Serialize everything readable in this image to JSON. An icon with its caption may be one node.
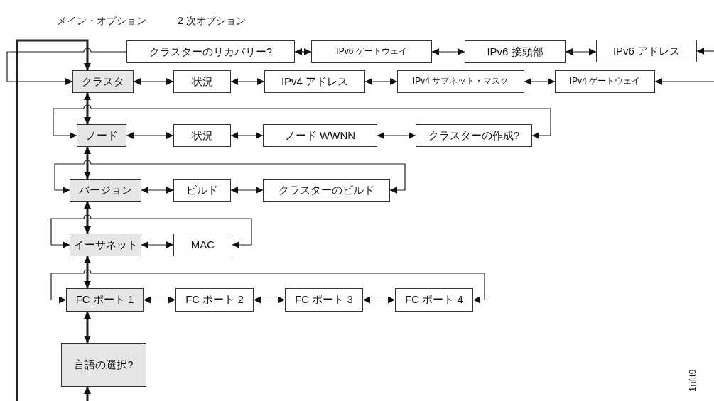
{
  "diagram": {
    "nodes": [
      {
        "text": [
          "クラスターのリカバリー?"
        ]
      },
      {
        "text": [
          "IPv6 ゲートウェイ"
        ]
      },
      {
        "text": [
          "IPv6 接頭部"
        ]
      },
      {
        "text": [
          "IPv6 アドレス"
        ]
      },
      {
        "text": [
          "クラスタ"
        ]
      },
      {
        "text": [
          "状況"
        ]
      },
      {
        "text": [
          "IPv4 アドレス"
        ]
      },
      {
        "text": [
          "IPv4 サブネット・マスク"
        ]
      },
      {
        "text": [
          "IPv4 ゲートウェイ"
        ]
      },
      {
        "text": [
          "ノード"
        ]
      },
      {
        "text": [
          "状況"
        ]
      },
      {
        "text": [
          "ノード WWNN"
        ]
      },
      {
        "text": [
          "クラスターの作成?"
        ]
      },
      {
        "text": [
          "バージョン"
        ]
      },
      {
        "text": [
          "ビルド"
        ]
      },
      {
        "text": [
          "クラスターのビルド"
        ]
      },
      {
        "text": [
          "イーサネット"
        ]
      },
      {
        "text": [
          "MAC"
        ]
      },
      {
        "text": [
          "FC ポート 1"
        ]
      },
      {
        "text": [
          "FC ポート 2"
        ]
      },
      {
        "text": [
          "FC ポート 3"
        ]
      },
      {
        "text": [
          "FC ポート 4"
        ]
      },
      {
        "text": [
          "言語の選択?"
        ]
      }
    ],
    "edges": [
      {
        "from": null,
        "to": 4,
        "arrow": "to",
        "style": "thick"
      },
      {
        "from": 0,
        "to": 4,
        "arrow": "to"
      },
      {
        "from": 0,
        "to": 1,
        "arrow": "both"
      },
      {
        "from": 1,
        "to": 2,
        "arrow": "both"
      },
      {
        "from": 2,
        "to": 3,
        "arrow": "both"
      },
      {
        "from": null,
        "to": 3,
        "arrow": "to"
      },
      {
        "from": 4,
        "to": 5,
        "arrow": "both"
      },
      {
        "from": 5,
        "to": 6,
        "arrow": "both"
      },
      {
        "from": 6,
        "to": 7,
        "arrow": "both"
      },
      {
        "from": 7,
        "to": 8,
        "arrow": "both"
      },
      {
        "from": null,
        "to": 8,
        "arrow": "to"
      },
      {
        "from": 4,
        "to": 9,
        "arrow": "both",
        "style": "thick"
      },
      {
        "from": 9,
        "to": 10,
        "arrow": "both"
      },
      {
        "from": 10,
        "to": 11,
        "arrow": "both"
      },
      {
        "from": 11,
        "to": 12,
        "arrow": "both"
      },
      {
        "from": 12,
        "to": 9,
        "arrow": "both"
      },
      {
        "from": 9,
        "to": 13,
        "arrow": "both",
        "style": "thick"
      },
      {
        "from": 13,
        "to": 14,
        "arrow": "both"
      },
      {
        "from": 14,
        "to": 15,
        "arrow": "both"
      },
      {
        "from": 15,
        "to": 13,
        "arrow": "both"
      },
      {
        "from": 13,
        "to": 16,
        "arrow": "both",
        "style": "thick"
      },
      {
        "from": 16,
        "to": 17,
        "arrow": "both"
      },
      {
        "from": 17,
        "to": 16,
        "arrow": "both"
      },
      {
        "from": 16,
        "to": 18,
        "arrow": "both",
        "style": "thick"
      },
      {
        "from": 18,
        "to": 19,
        "arrow": "both"
      },
      {
        "from": 19,
        "to": 20,
        "arrow": "both"
      },
      {
        "from": 20,
        "to": 21,
        "arrow": "both"
      },
      {
        "from": 21,
        "to": 18,
        "arrow": "both"
      },
      {
        "from": 18,
        "to": 22,
        "arrow": "both",
        "style": "thick"
      },
      {
        "from": null,
        "to": 22,
        "arrow": "to",
        "style": "thick"
      }
    ],
    "labels": [
      "メイン・オプション",
      "2 次オプション",
      "1nflt9"
    ]
  }
}
